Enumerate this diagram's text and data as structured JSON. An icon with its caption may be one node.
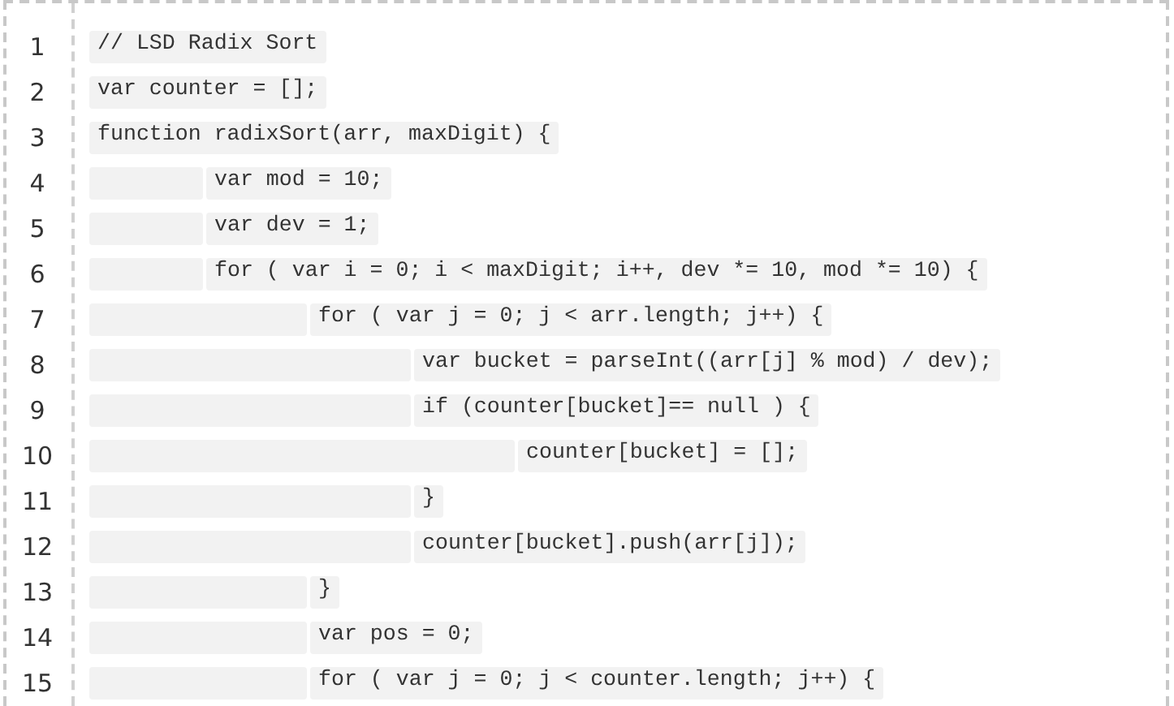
{
  "diagram": {
    "labels": [
      "1",
      "// LSD Radix Sort",
      "2",
      "var counter = [];",
      "3",
      "function radixSort(arr, maxDigit) {",
      "4",
      "var mod = 10;",
      "5",
      "var dev = 1;",
      "6",
      "for ( var i = 0; i < maxDigit; i++, dev *= 10, mod *= 10) {",
      "7",
      "for ( var j = 0; j < arr.length; j++) {",
      "8",
      "var bucket = parseInt((arr[j] % mod) / dev);",
      "9",
      "if (counter[bucket]== null ) {",
      "10",
      "counter[bucket] = [];",
      "11",
      "}",
      "12",
      "counter[bucket].push(arr[j]);",
      "13",
      "}",
      "14",
      "var pos = 0;",
      "15",
      "for ( var j = 0; j < counter.length; j++) {"
    ]
  }
}
